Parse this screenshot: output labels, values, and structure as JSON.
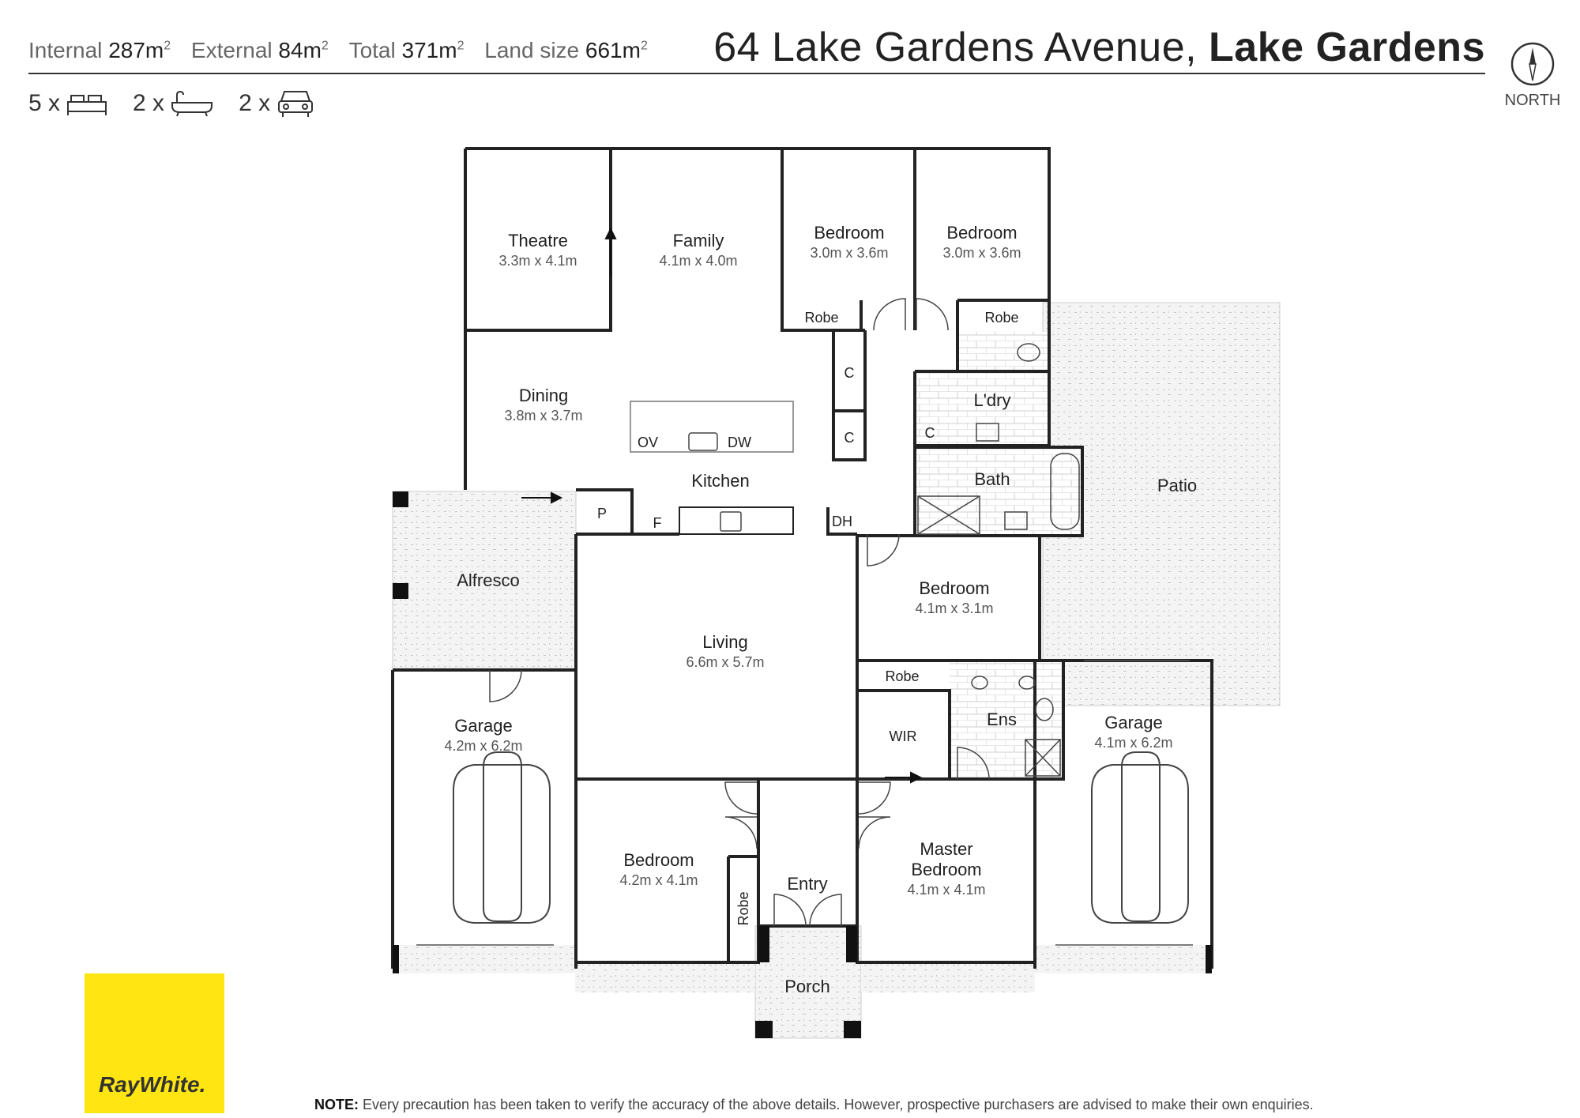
{
  "header": {
    "internal_label": "Internal",
    "internal_value": "287m",
    "external_label": "External",
    "external_value": "84m",
    "total_label": "Total",
    "total_value": "371m",
    "land_label": "Land size",
    "land_value": "661m",
    "sq": "2",
    "address_street": "64 Lake Gardens Avenue,",
    "address_suburb": "Lake Gardens",
    "bed_count": "5 x",
    "bath_count": "2 x",
    "car_count": "2 x",
    "north_label": "NORTH"
  },
  "rooms": {
    "theatre": {
      "name": "Theatre",
      "dim": "3.3m x 4.1m"
    },
    "family": {
      "name": "Family",
      "dim": "4.1m x 4.0m"
    },
    "bed1": {
      "name": "Bedroom",
      "dim": "3.0m x 3.6m"
    },
    "bed2": {
      "name": "Bedroom",
      "dim": "3.0m x 3.6m"
    },
    "robe1": "Robe",
    "robe2": "Robe",
    "robe3": "Robe",
    "robe4": "Robe",
    "c1": "C",
    "c2": "C",
    "c3": "C",
    "laundry": "L'dry",
    "dining": {
      "name": "Dining",
      "dim": "3.8m x 3.7m"
    },
    "ov": "OV",
    "dw": "DW",
    "kitchen": "Kitchen",
    "bath": "Bath",
    "patio": "Patio",
    "p": "P",
    "f": "F",
    "dh": "DH",
    "alfresco": "Alfresco",
    "bed3": {
      "name": "Bedroom",
      "dim": "4.1m x 3.1m"
    },
    "living": {
      "name": "Living",
      "dim": "6.6m x 5.7m"
    },
    "ens": "Ens",
    "wir": "WIR",
    "garage1": {
      "name": "Garage",
      "dim": "4.2m x 6.2m"
    },
    "garage2": {
      "name": "Garage",
      "dim": "4.1m x 6.2m"
    },
    "bed4": {
      "name": "Bedroom",
      "dim": "4.2m x 4.1m"
    },
    "entry": "Entry",
    "master": {
      "name1": "Master",
      "name2": "Bedroom",
      "dim": "4.1m x 4.1m"
    },
    "porch": "Porch"
  },
  "logo_text": "RayWhite.",
  "note": {
    "label": "NOTE:",
    "text": " Every precaution has been taken to verify the accuracy of the above details. However, prospective purchasers are advised to make their own enquiries."
  },
  "colors": {
    "logo": "#ffe512",
    "wall": "#222222",
    "outdoor_fill": "#f4f4f4"
  }
}
